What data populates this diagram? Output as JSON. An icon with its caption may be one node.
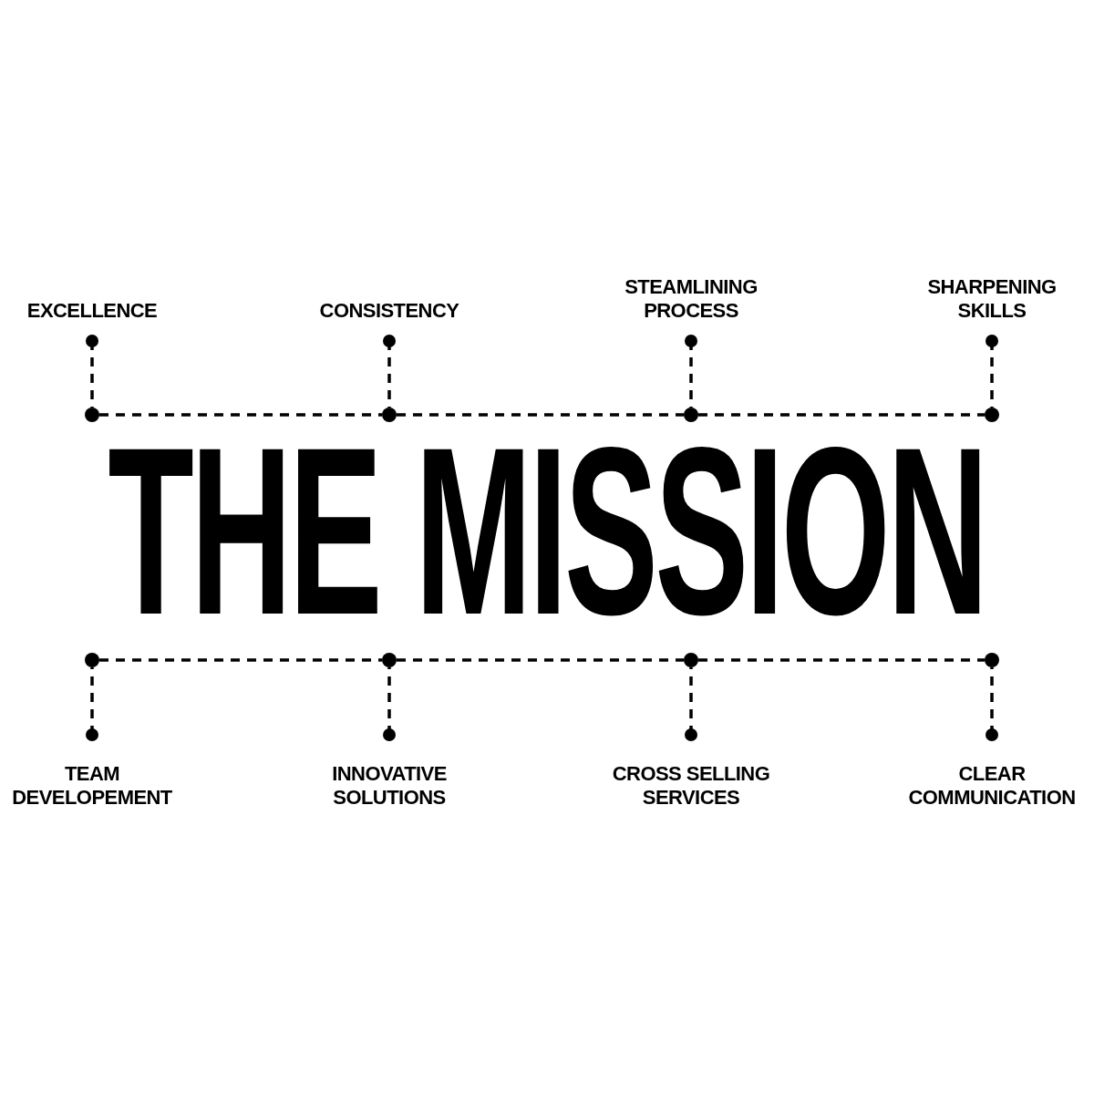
{
  "diagram": {
    "title": "THE MISSION",
    "nodes": [
      {
        "text": [
          "EXCELLENCE"
        ]
      },
      {
        "text": [
          "CONSISTENCY"
        ]
      },
      {
        "text": [
          "STEAMLINING PROCESS"
        ]
      },
      {
        "text": [
          "SHARPENING SKILLS"
        ]
      },
      {
        "text": [],
        "shape": "circle"
      },
      {
        "text": [],
        "shape": "circle"
      },
      {
        "text": [],
        "shape": "circle"
      },
      {
        "text": [],
        "shape": "circle"
      },
      {
        "text": [],
        "shape": "circle"
      },
      {
        "text": [],
        "shape": "circle"
      },
      {
        "text": [],
        "shape": "circle"
      },
      {
        "text": [],
        "shape": "circle"
      },
      {
        "text": [
          "TEAM DEVELOPEMENT"
        ]
      },
      {
        "text": [
          "INNOVATIVE SOLUTIONS"
        ]
      },
      {
        "text": [
          "CROSS SELLING SERVICES"
        ]
      },
      {
        "text": [
          "CLEAR COMMUNICATION"
        ]
      }
    ],
    "edges": [
      {
        "from": 0,
        "to": 4,
        "arrow": "other",
        "style": "dashed"
      },
      {
        "from": 1,
        "to": 5,
        "arrow": "other",
        "style": "dashed"
      },
      {
        "from": 2,
        "to": 6,
        "arrow": "other",
        "style": "dashed"
      },
      {
        "from": 3,
        "to": 7,
        "arrow": "other",
        "style": "dashed"
      },
      {
        "from": 4,
        "to": 5,
        "arrow": "none",
        "style": "dashed"
      },
      {
        "from": 5,
        "to": 6,
        "arrow": "none",
        "style": "dashed"
      },
      {
        "from": 6,
        "to": 7,
        "arrow": "none",
        "style": "dashed"
      },
      {
        "from": 8,
        "to": 9,
        "arrow": "none",
        "style": "dashed"
      },
      {
        "from": 9,
        "to": 10,
        "arrow": "none",
        "style": "dashed"
      },
      {
        "from": 10,
        "to": 11,
        "arrow": "none",
        "style": "dashed"
      },
      {
        "from": 12,
        "to": 8,
        "arrow": "other",
        "style": "dashed"
      },
      {
        "from": 13,
        "to": 9,
        "arrow": "other",
        "style": "dashed"
      },
      {
        "from": 14,
        "to": 10,
        "arrow": "other",
        "style": "dashed"
      },
      {
        "from": 15,
        "to": 11,
        "arrow": "other",
        "style": "dashed"
      }
    ]
  }
}
